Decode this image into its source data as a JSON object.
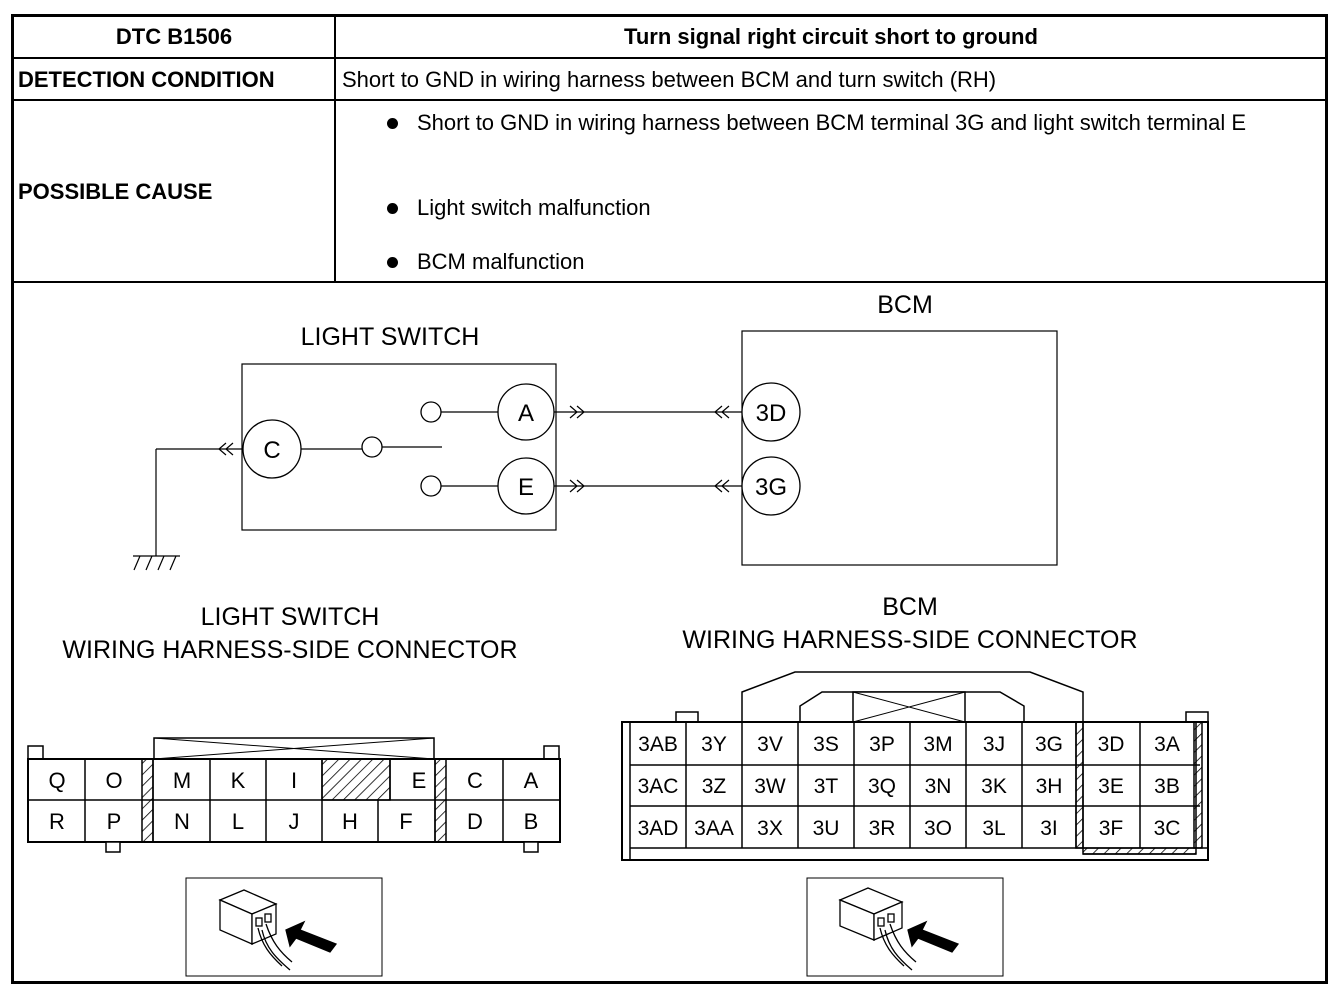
{
  "table": {
    "header_left": "DTC B1506",
    "header_right": "Turn signal right circuit short to ground",
    "detection_label": "DETECTION CONDITION",
    "detection_value": "Short to GND in wiring harness between BCM and turn switch (RH)",
    "cause_label": "POSSIBLE CAUSE",
    "causes": [
      "Short to GND in wiring harness between BCM terminal 3G and light switch terminal E",
      "Light switch malfunction",
      "BCM malfunction"
    ]
  },
  "diagram": {
    "light_switch_title": "LIGHT SWITCH",
    "bcm_title": "BCM",
    "switch_terminals": [
      "C",
      "A",
      "E"
    ],
    "bcm_terminals": [
      "3D",
      "3G"
    ],
    "ls_connector_title_1": "LIGHT SWITCH",
    "ls_connector_title_2": "WIRING HARNESS-SIDE CONNECTOR",
    "bcm_connector_title_1": "BCM",
    "bcm_connector_title_2": "WIRING HARNESS-SIDE CONNECTOR",
    "ls_top_row": [
      "Q",
      "O",
      "M",
      "K",
      "I",
      "",
      "E",
      "C",
      "A"
    ],
    "ls_bottom_row": [
      "R",
      "P",
      "N",
      "L",
      "J",
      "H",
      "F",
      "D",
      "B"
    ],
    "bcm_rows": [
      [
        "3AB",
        "3Y",
        "3V",
        "3S",
        "3P",
        "3M",
        "3J",
        "3G",
        "3D",
        "3A"
      ],
      [
        "3AC",
        "3Z",
        "3W",
        "3T",
        "3Q",
        "3N",
        "3K",
        "3H",
        "3E",
        "3B"
      ],
      [
        "3AD",
        "3AA",
        "3X",
        "3U",
        "3R",
        "3O",
        "3L",
        "3I",
        "3F",
        "3C"
      ]
    ]
  }
}
